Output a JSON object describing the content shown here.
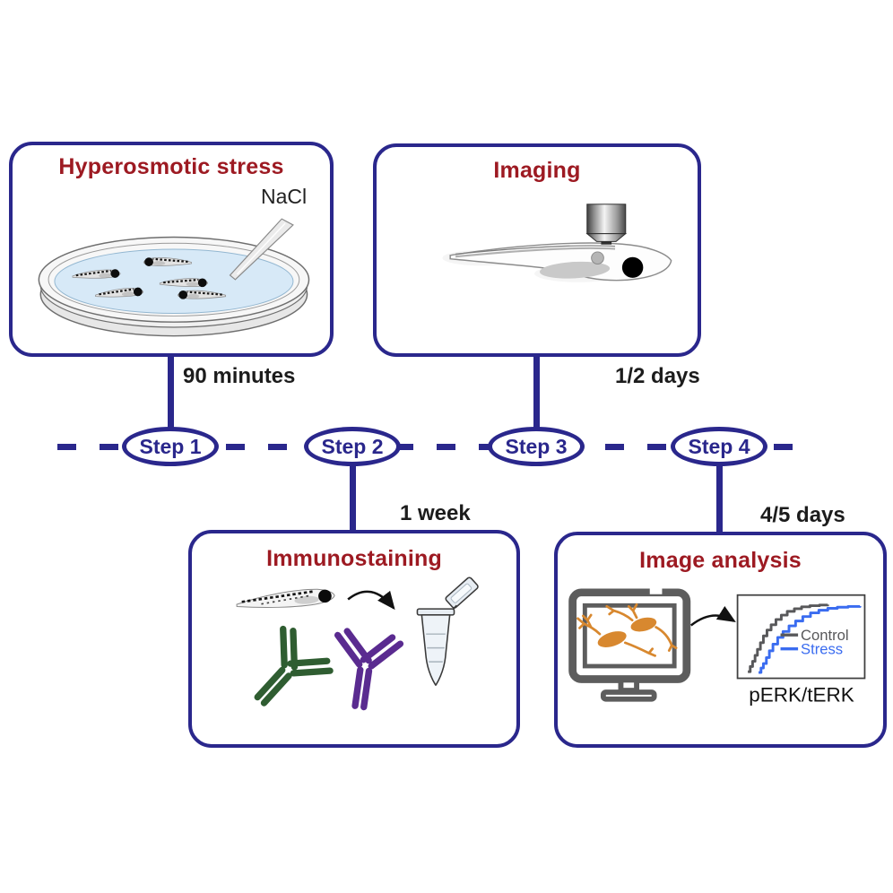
{
  "figure": {
    "kind": "experimental-workflow-diagram"
  },
  "timeline": {
    "steps": [
      {
        "label": "Step 1"
      },
      {
        "label": "Step 2"
      },
      {
        "label": "Step 3"
      },
      {
        "label": "Step 4"
      }
    ]
  },
  "panels": {
    "stress": {
      "title": "Hyperosmotic stress",
      "reagent_label": "NaCl",
      "duration": "90 minutes",
      "icon": "petri-dish-with-zebrafish-larvae-and-pipette"
    },
    "imaging": {
      "title": "Imaging",
      "duration": "1/2 days",
      "icon": "zebrafish-larva-under-microscope-objective"
    },
    "immunostaining": {
      "title": "Immunostaining",
      "duration": "1 week",
      "icon": "zebrafish-larva-to-microcentrifuge-tube-with-antibodies"
    },
    "analysis": {
      "title": "Image analysis",
      "duration": "4/5 days",
      "icon": "monitor-with-neurons-and-cdf-plot",
      "chart": {
        "type": "line",
        "style": "cumulative step curves",
        "xlabel": "pERK/tERK",
        "legend_position": "middle-right",
        "series": [
          {
            "name": "Control",
            "color": "#58585a",
            "points": [
              [
                0.05,
                0.03
              ],
              [
                0.07,
                0.1
              ],
              [
                0.09,
                0.17
              ],
              [
                0.11,
                0.25
              ],
              [
                0.13,
                0.33
              ],
              [
                0.155,
                0.42
              ],
              [
                0.18,
                0.51
              ],
              [
                0.21,
                0.59
              ],
              [
                0.245,
                0.66
              ],
              [
                0.285,
                0.73
              ],
              [
                0.33,
                0.79
              ],
              [
                0.38,
                0.84
              ],
              [
                0.44,
                0.875
              ],
              [
                0.5,
                0.9
              ],
              [
                0.57,
                0.915
              ],
              [
                0.65,
                0.925
              ],
              [
                0.72,
                0.93
              ]
            ]
          },
          {
            "name": "Stress",
            "color": "#3a6cf0",
            "points": [
              [
                0.14,
                0.02
              ],
              [
                0.16,
                0.08
              ],
              [
                0.18,
                0.14
              ],
              [
                0.205,
                0.22
              ],
              [
                0.23,
                0.31
              ],
              [
                0.26,
                0.4
              ],
              [
                0.3,
                0.49
              ],
              [
                0.345,
                0.57
              ],
              [
                0.395,
                0.645
              ],
              [
                0.45,
                0.71
              ],
              [
                0.51,
                0.77
              ],
              [
                0.575,
                0.82
              ],
              [
                0.645,
                0.855
              ],
              [
                0.72,
                0.88
              ],
              [
                0.8,
                0.895
              ],
              [
                0.89,
                0.905
              ],
              [
                0.99,
                0.91
              ]
            ]
          }
        ]
      }
    }
  },
  "colors": {
    "accent_navy": "#2a278c",
    "title_red": "#9d1a22",
    "text_black": "#1c1c1c",
    "control_gray": "#58585a",
    "stress_blue": "#3a6cf0",
    "antibody_green": "#2f5d31",
    "antibody_purple": "#5a2b90",
    "neuron_orange": "#d8882f",
    "dish_liquid": "#d7e9f7",
    "monitor_gray": "#5d5d5d"
  }
}
